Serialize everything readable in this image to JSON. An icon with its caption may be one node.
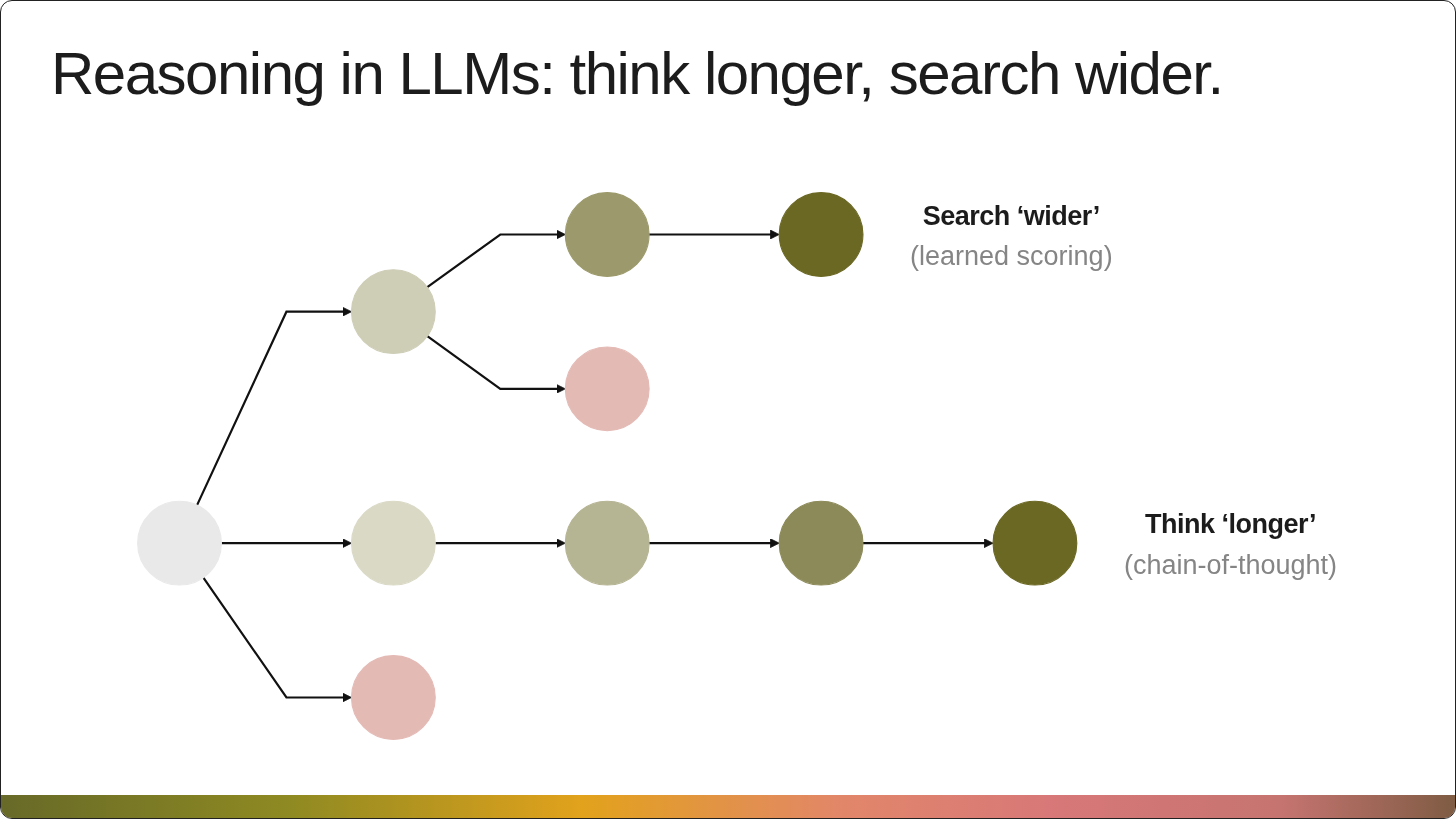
{
  "diagram": {
    "title": "Reasoning in LLMs: think longer, search wider.",
    "nodes": [
      {
        "text": [],
        "shape": "circle"
      },
      {
        "text": [],
        "shape": "circle"
      },
      {
        "text": [],
        "shape": "circle"
      },
      {
        "text": [],
        "shape": "circle"
      },
      {
        "text": [],
        "shape": "circle"
      },
      {
        "text": [],
        "shape": "circle"
      },
      {
        "text": [],
        "shape": "circle"
      },
      {
        "text": [],
        "shape": "circle",
        "beside": [
          "Search ‘wider’",
          "(learned scoring)"
        ]
      },
      {
        "text": [],
        "shape": "circle"
      },
      {
        "text": [],
        "shape": "circle",
        "beside": [
          "Think ‘longer’",
          "(chain-of-thought)"
        ]
      }
    ],
    "edges": [
      {
        "from": 0,
        "to": 1,
        "arrow": "to"
      },
      {
        "from": 0,
        "to": 2,
        "arrow": "to"
      },
      {
        "from": 0,
        "to": 3,
        "arrow": "to"
      },
      {
        "from": 1,
        "to": 4,
        "arrow": "to"
      },
      {
        "from": 1,
        "to": 5,
        "arrow": "to"
      },
      {
        "from": 4,
        "to": 7,
        "arrow": "to"
      },
      {
        "from": 2,
        "to": 6,
        "arrow": "to"
      },
      {
        "from": 6,
        "to": 8,
        "arrow": "to"
      },
      {
        "from": 8,
        "to": 9,
        "arrow": "to"
      }
    ]
  }
}
